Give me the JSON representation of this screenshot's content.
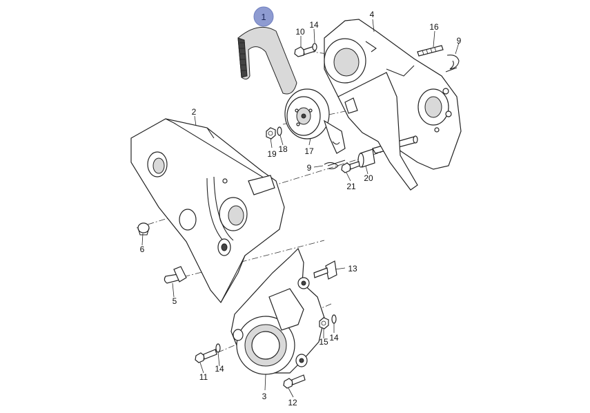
{
  "diagram": {
    "highlight": {
      "number": "1",
      "color": "#8e9bd1"
    },
    "callouts": [
      {
        "id": "c2",
        "text": "2"
      },
      {
        "id": "c3",
        "text": "3"
      },
      {
        "id": "c4",
        "text": "4"
      },
      {
        "id": "c5",
        "text": "5"
      },
      {
        "id": "c6",
        "text": "6"
      },
      {
        "id": "c9a",
        "text": "9"
      },
      {
        "id": "c9b",
        "text": "9"
      },
      {
        "id": "c10",
        "text": "10"
      },
      {
        "id": "c11",
        "text": "11"
      },
      {
        "id": "c12",
        "text": "12"
      },
      {
        "id": "c13",
        "text": "13"
      },
      {
        "id": "c14a",
        "text": "14"
      },
      {
        "id": "c14b",
        "text": "14"
      },
      {
        "id": "c14c",
        "text": "14"
      },
      {
        "id": "c15",
        "text": "15"
      },
      {
        "id": "c16",
        "text": "16"
      },
      {
        "id": "c17",
        "text": "17"
      },
      {
        "id": "c18",
        "text": "18"
      },
      {
        "id": "c19",
        "text": "19"
      },
      {
        "id": "c20",
        "text": "20"
      },
      {
        "id": "c21",
        "text": "21"
      }
    ]
  }
}
